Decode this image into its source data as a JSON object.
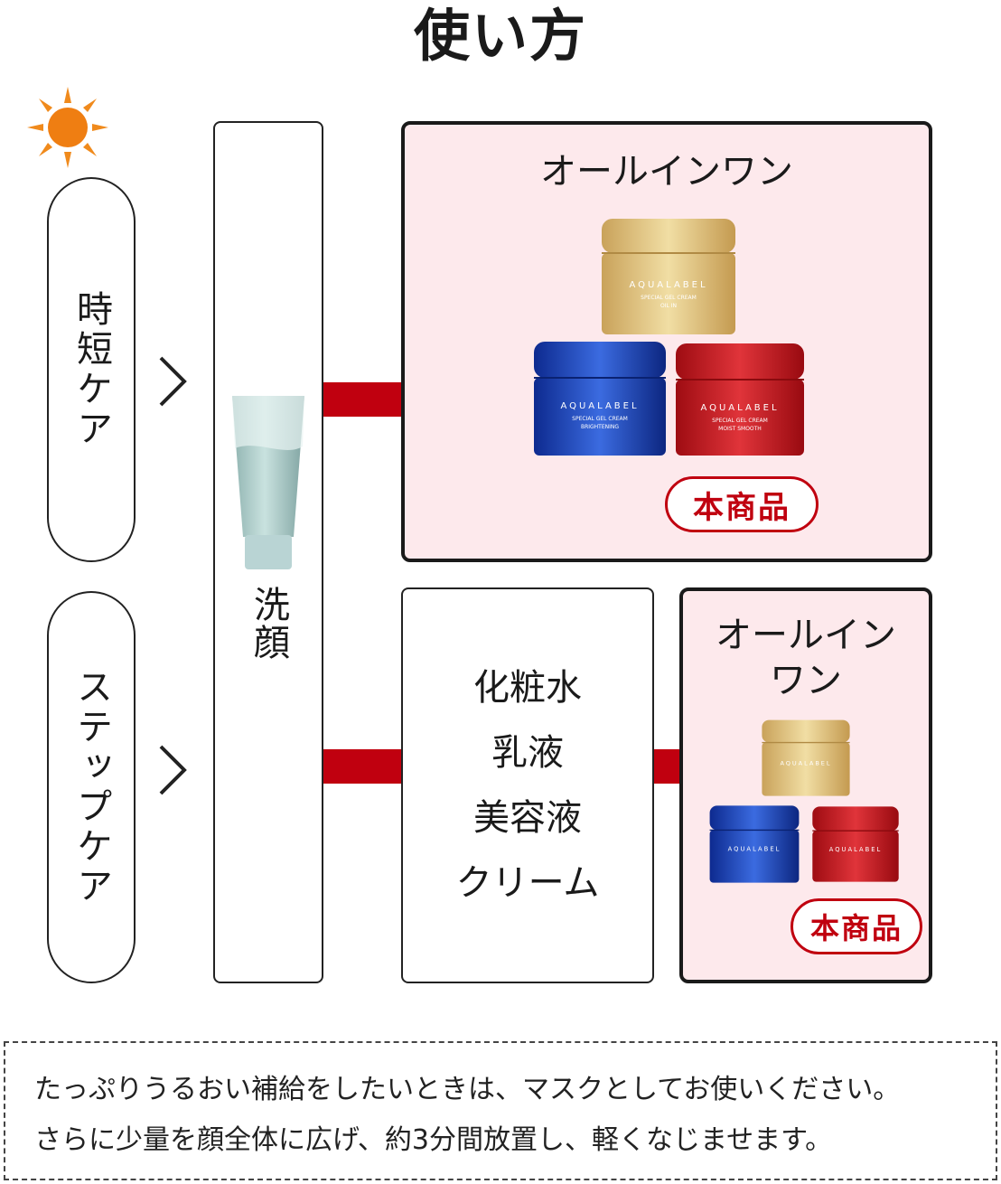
{
  "title": "使い方",
  "icons": {
    "day_night": "sun-and-moon-icon"
  },
  "routines": [
    {
      "label": "時短ケア"
    },
    {
      "label": "ステップケア"
    }
  ],
  "wash": {
    "label": "洗顔",
    "product": "cleanser-tube"
  },
  "all_in_one": {
    "title": "オールインワン",
    "badge": "本商品",
    "jars": [
      {
        "brand": "AQUALABEL",
        "line1": "SPECIAL GEL CREAM",
        "line2": "OIL IN",
        "color": "#d9b970"
      },
      {
        "brand": "AQUALABEL",
        "line1": "SPECIAL GEL CREAM",
        "line2": "BRIGHTENING",
        "color": "#1c3fb4"
      },
      {
        "brand": "AQUALABEL",
        "line1": "SPECIAL GEL CREAM",
        "line2": "MOIST SMOOTH",
        "color": "#c4141c"
      }
    ]
  },
  "step_care": {
    "steps": [
      "化粧水",
      "乳液",
      "美容液",
      "クリーム"
    ],
    "final": {
      "title_line1": "オールイン",
      "title_line2": "ワン",
      "badge": "本商品"
    }
  },
  "note": {
    "line1": "たっぷりうるおい補給をしたいときは、マスクとしてお使いください。",
    "line2": "さらに少量を顔全体に広げ、約3分間放置し、軽くなじませます。"
  },
  "colors": {
    "accent": "#c0000f",
    "pink_bg": "#fde9ec"
  }
}
